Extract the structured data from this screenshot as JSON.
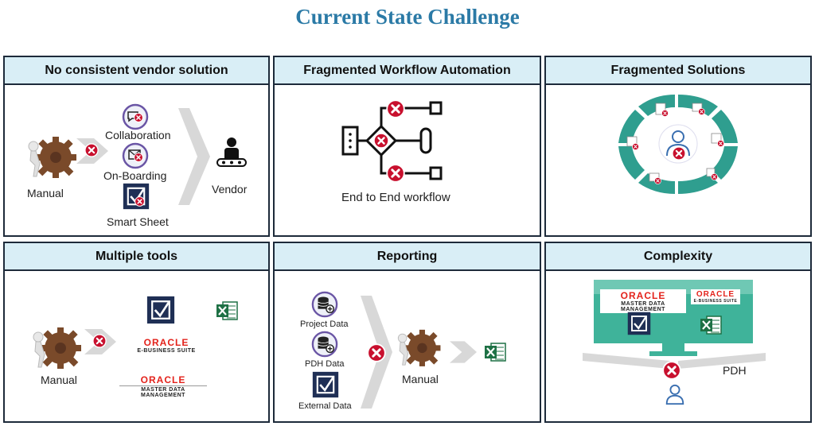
{
  "title": "Current State Challenge",
  "panels": {
    "vendor": {
      "heading": "No consistent vendor solution",
      "manual": "Manual",
      "collaboration": "Collaboration",
      "onboarding": "On-Boarding",
      "smartsheet": "Smart Sheet",
      "vendor": "Vendor"
    },
    "workflow": {
      "heading": "Fragmented Workflow Automation",
      "caption": "End to End workflow"
    },
    "solutions": {
      "heading": "Fragmented Solutions"
    },
    "tools": {
      "heading": "Multiple tools",
      "manual": "Manual",
      "oracle1": "ORACLE",
      "oracle1_sub": "E-BUSINESS SUITE",
      "oracle2": "ORACLE",
      "oracle2_sub": "MASTER DATA MANAGEMENT"
    },
    "reporting": {
      "heading": "Reporting",
      "project": "Project Data",
      "pdh": "PDH Data",
      "external": "External Data",
      "manual": "Manual"
    },
    "complexity": {
      "heading": "Complexity",
      "oracle1": "ORACLE",
      "oracle1_sub": "MASTER DATA MANAGEMENT",
      "oracle2": "ORACLE",
      "oracle2_sub": "E-BUSINESS SUITE",
      "pdh": "PDH"
    }
  },
  "icons": [
    "gear-person-icon",
    "x-badge-icon",
    "chevron-arrow-icon",
    "chat-bubble-icon",
    "onboarding-icon",
    "smartsheet-icon",
    "conveyor-person-icon",
    "excel-icon",
    "database-icon",
    "monitor-icon",
    "person-icon",
    "workflow-diagram-icon"
  ],
  "colors": {
    "title": "#2b7aa6",
    "header_bg": "#d9eef6",
    "x_red": "#c8102e",
    "teal": "#2f9e8f",
    "oracle_red": "#e3221b",
    "excel_green": "#1e7145"
  }
}
